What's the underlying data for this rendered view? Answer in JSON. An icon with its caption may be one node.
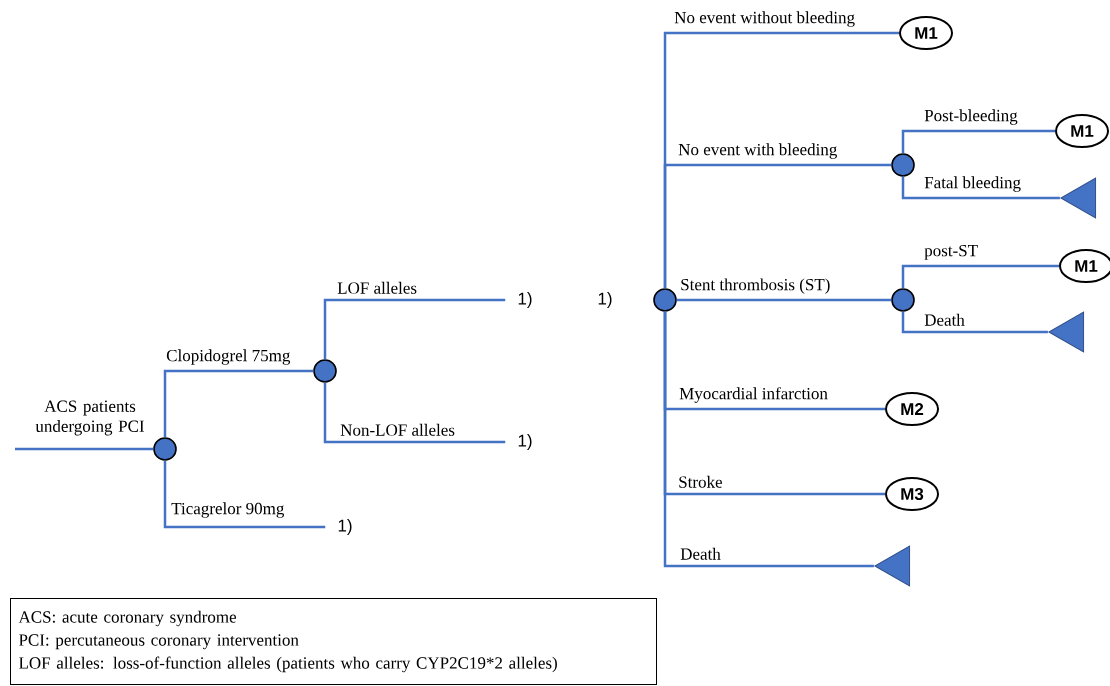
{
  "diagram": {
    "nodes": [
      {
        "text": [],
        "shape": "circle"
      },
      {
        "text": [],
        "shape": "circle"
      },
      {
        "text": [],
        "shape": "circle"
      },
      {
        "text": [],
        "shape": "circle"
      },
      {
        "text": [],
        "shape": "circle"
      },
      {
        "text": [
          "M1"
        ]
      },
      {
        "text": [
          "M1"
        ]
      },
      {
        "text": [],
        "shape": "triangle"
      },
      {
        "text": [
          "M1"
        ]
      },
      {
        "text": [],
        "shape": "triangle"
      },
      {
        "text": [
          "M2"
        ]
      },
      {
        "text": [
          "M3"
        ]
      },
      {
        "text": [],
        "shape": "triangle"
      },
      {
        "text": [
          "1)"
        ]
      },
      {
        "text": [
          "1)"
        ]
      },
      {
        "text": [
          "1)"
        ]
      },
      {
        "text": [
          "ACS: acute coronary syndrome",
          "PCI: percutaneous coronary intervention",
          "LOF alleles: loss-of-function alleles (patients who carry CYP2C19*2 alleles)"
        ]
      }
    ],
    "edges": [
      {
        "from": null,
        "to": 0,
        "arrow": "none",
        "label": "ACS patients undergoing PCI"
      },
      {
        "from": 0,
        "to": 1,
        "arrow": "none",
        "label": "Clopidogrel 75mg"
      },
      {
        "from": 0,
        "to": 15,
        "arrow": "none",
        "label": "Ticagrelor 90mg"
      },
      {
        "from": 1,
        "to": 13,
        "arrow": "none",
        "label": "LOF alleles"
      },
      {
        "from": 1,
        "to": 14,
        "arrow": "none",
        "label": "Non-LOF alleles"
      },
      {
        "from": 2,
        "to": 5,
        "arrow": "none",
        "label": "No event without bleeding"
      },
      {
        "from": 2,
        "to": 3,
        "arrow": "none",
        "label": "No event with bleeding"
      },
      {
        "from": 2,
        "to": 4,
        "arrow": "none",
        "label": "Stent thrombosis (ST)"
      },
      {
        "from": 2,
        "to": 10,
        "arrow": "none",
        "label": "Myocardial infarction"
      },
      {
        "from": 2,
        "to": 11,
        "arrow": "none",
        "label": "Stroke"
      },
      {
        "from": 2,
        "to": 12,
        "arrow": "none",
        "label": "Death"
      },
      {
        "from": 3,
        "to": 6,
        "arrow": "none",
        "label": "Post-bleeding"
      },
      {
        "from": 3,
        "to": 7,
        "arrow": "none",
        "label": "Fatal bleeding"
      },
      {
        "from": 4,
        "to": 8,
        "arrow": "none",
        "label": "post-ST"
      },
      {
        "from": 4,
        "to": 9,
        "arrow": "none",
        "label": "Death"
      }
    ],
    "labels": [
      "1)"
    ]
  }
}
